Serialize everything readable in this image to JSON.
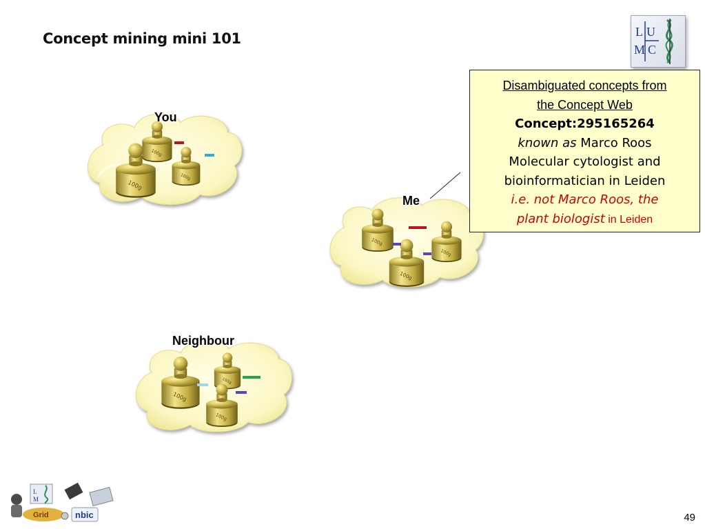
{
  "slide": {
    "title": "Concept mining mini 101",
    "page_number": "49"
  },
  "clusters": {
    "you_label": "You",
    "me_label": "Me",
    "neighbour_label": "Neighbour",
    "weight_text": "100g"
  },
  "callout": {
    "line1": "Disambiguated concepts from",
    "line2": "the Concept Web",
    "concept_id": "Concept:295165264",
    "known_as": "known as",
    "name": "Marco Roos",
    "desc1": "Molecular cytologist and",
    "desc2": "bioinformatician in Leiden",
    "ie_line1": "i.e. not Marco Roos, the",
    "ie_line2a": "plant biologist",
    "ie_line2b": " in Leiden"
  },
  "logos": {
    "lumc_l": "L",
    "lumc_u": "U",
    "lumc_m": "M",
    "lumc_c": "C",
    "biogrid": "Grid",
    "nbic": "nbic"
  },
  "colors": {
    "cloud_fill": "#fbf7c4",
    "weight_gold": "#b8a33c",
    "dash_red": "#c0141b",
    "dash_cyan": "#2ea9d8",
    "dash_green": "#2aa14a",
    "dash_purple": "#5747b8",
    "dash_lightblue": "#9fd6ea"
  }
}
